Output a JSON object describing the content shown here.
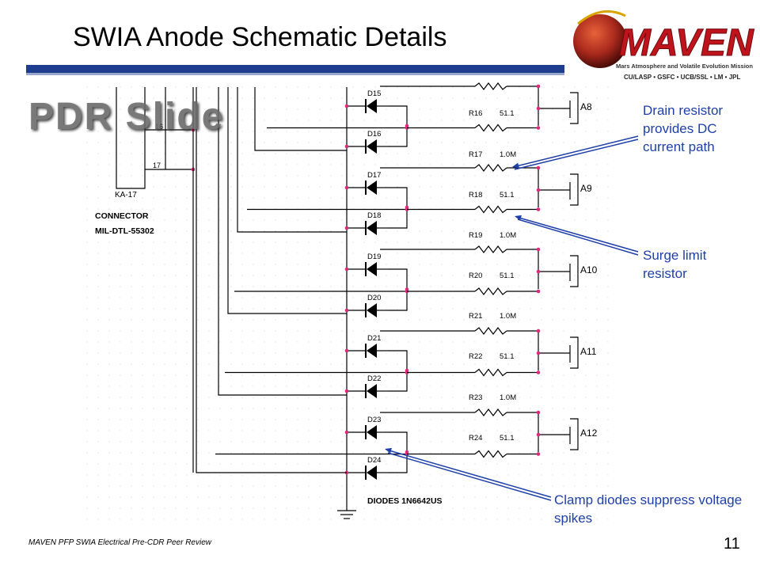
{
  "slide": {
    "title": "SWIA Anode Schematic Details",
    "watermark": "PDR Slide",
    "footer": "MAVEN PFP SWIA Electrical Pre-CDR Peer Review",
    "page_number": "11"
  },
  "logo": {
    "name": "MAVEN",
    "subtitle": "Mars Atmosphere and Volatile Evolution Mission",
    "partners": "CU/LASP • GSFC • UCB/SSL • LM • JPL"
  },
  "callouts": {
    "drain": "Drain resistor provides DC current path",
    "surge": "Surge limit resistor",
    "clamp": "Clamp diodes suppress voltage spikes"
  },
  "schematic": {
    "connector_ref": "KA-17",
    "connector_label": "CONNECTOR",
    "connector_spec": "MIL-DTL-55302",
    "pin_a": "16",
    "pin_b": "17",
    "diodes_note": "DIODES 1N6642US",
    "diodes": [
      "D15",
      "D16",
      "D17",
      "D18",
      "D19",
      "D20",
      "D21",
      "D22",
      "D23",
      "D24"
    ],
    "resistors": [
      {
        "ref": "R16",
        "value": "51.1"
      },
      {
        "ref": "R17",
        "value": "1.0M"
      },
      {
        "ref": "R18",
        "value": "51.1"
      },
      {
        "ref": "R19",
        "value": "1.0M"
      },
      {
        "ref": "R20",
        "value": "51.1"
      },
      {
        "ref": "R21",
        "value": "1.0M"
      },
      {
        "ref": "R22",
        "value": "51.1"
      },
      {
        "ref": "R23",
        "value": "1.0M"
      },
      {
        "ref": "R24",
        "value": "51.1"
      }
    ],
    "anodes": [
      "A8",
      "A9",
      "A10",
      "A11",
      "A12"
    ]
  },
  "colors": {
    "title_bar": "#1f3d8f",
    "callout_text": "#1f3fa8",
    "wire": "#000000",
    "junction": "#e0287a",
    "logo_red": "#c0141c"
  }
}
